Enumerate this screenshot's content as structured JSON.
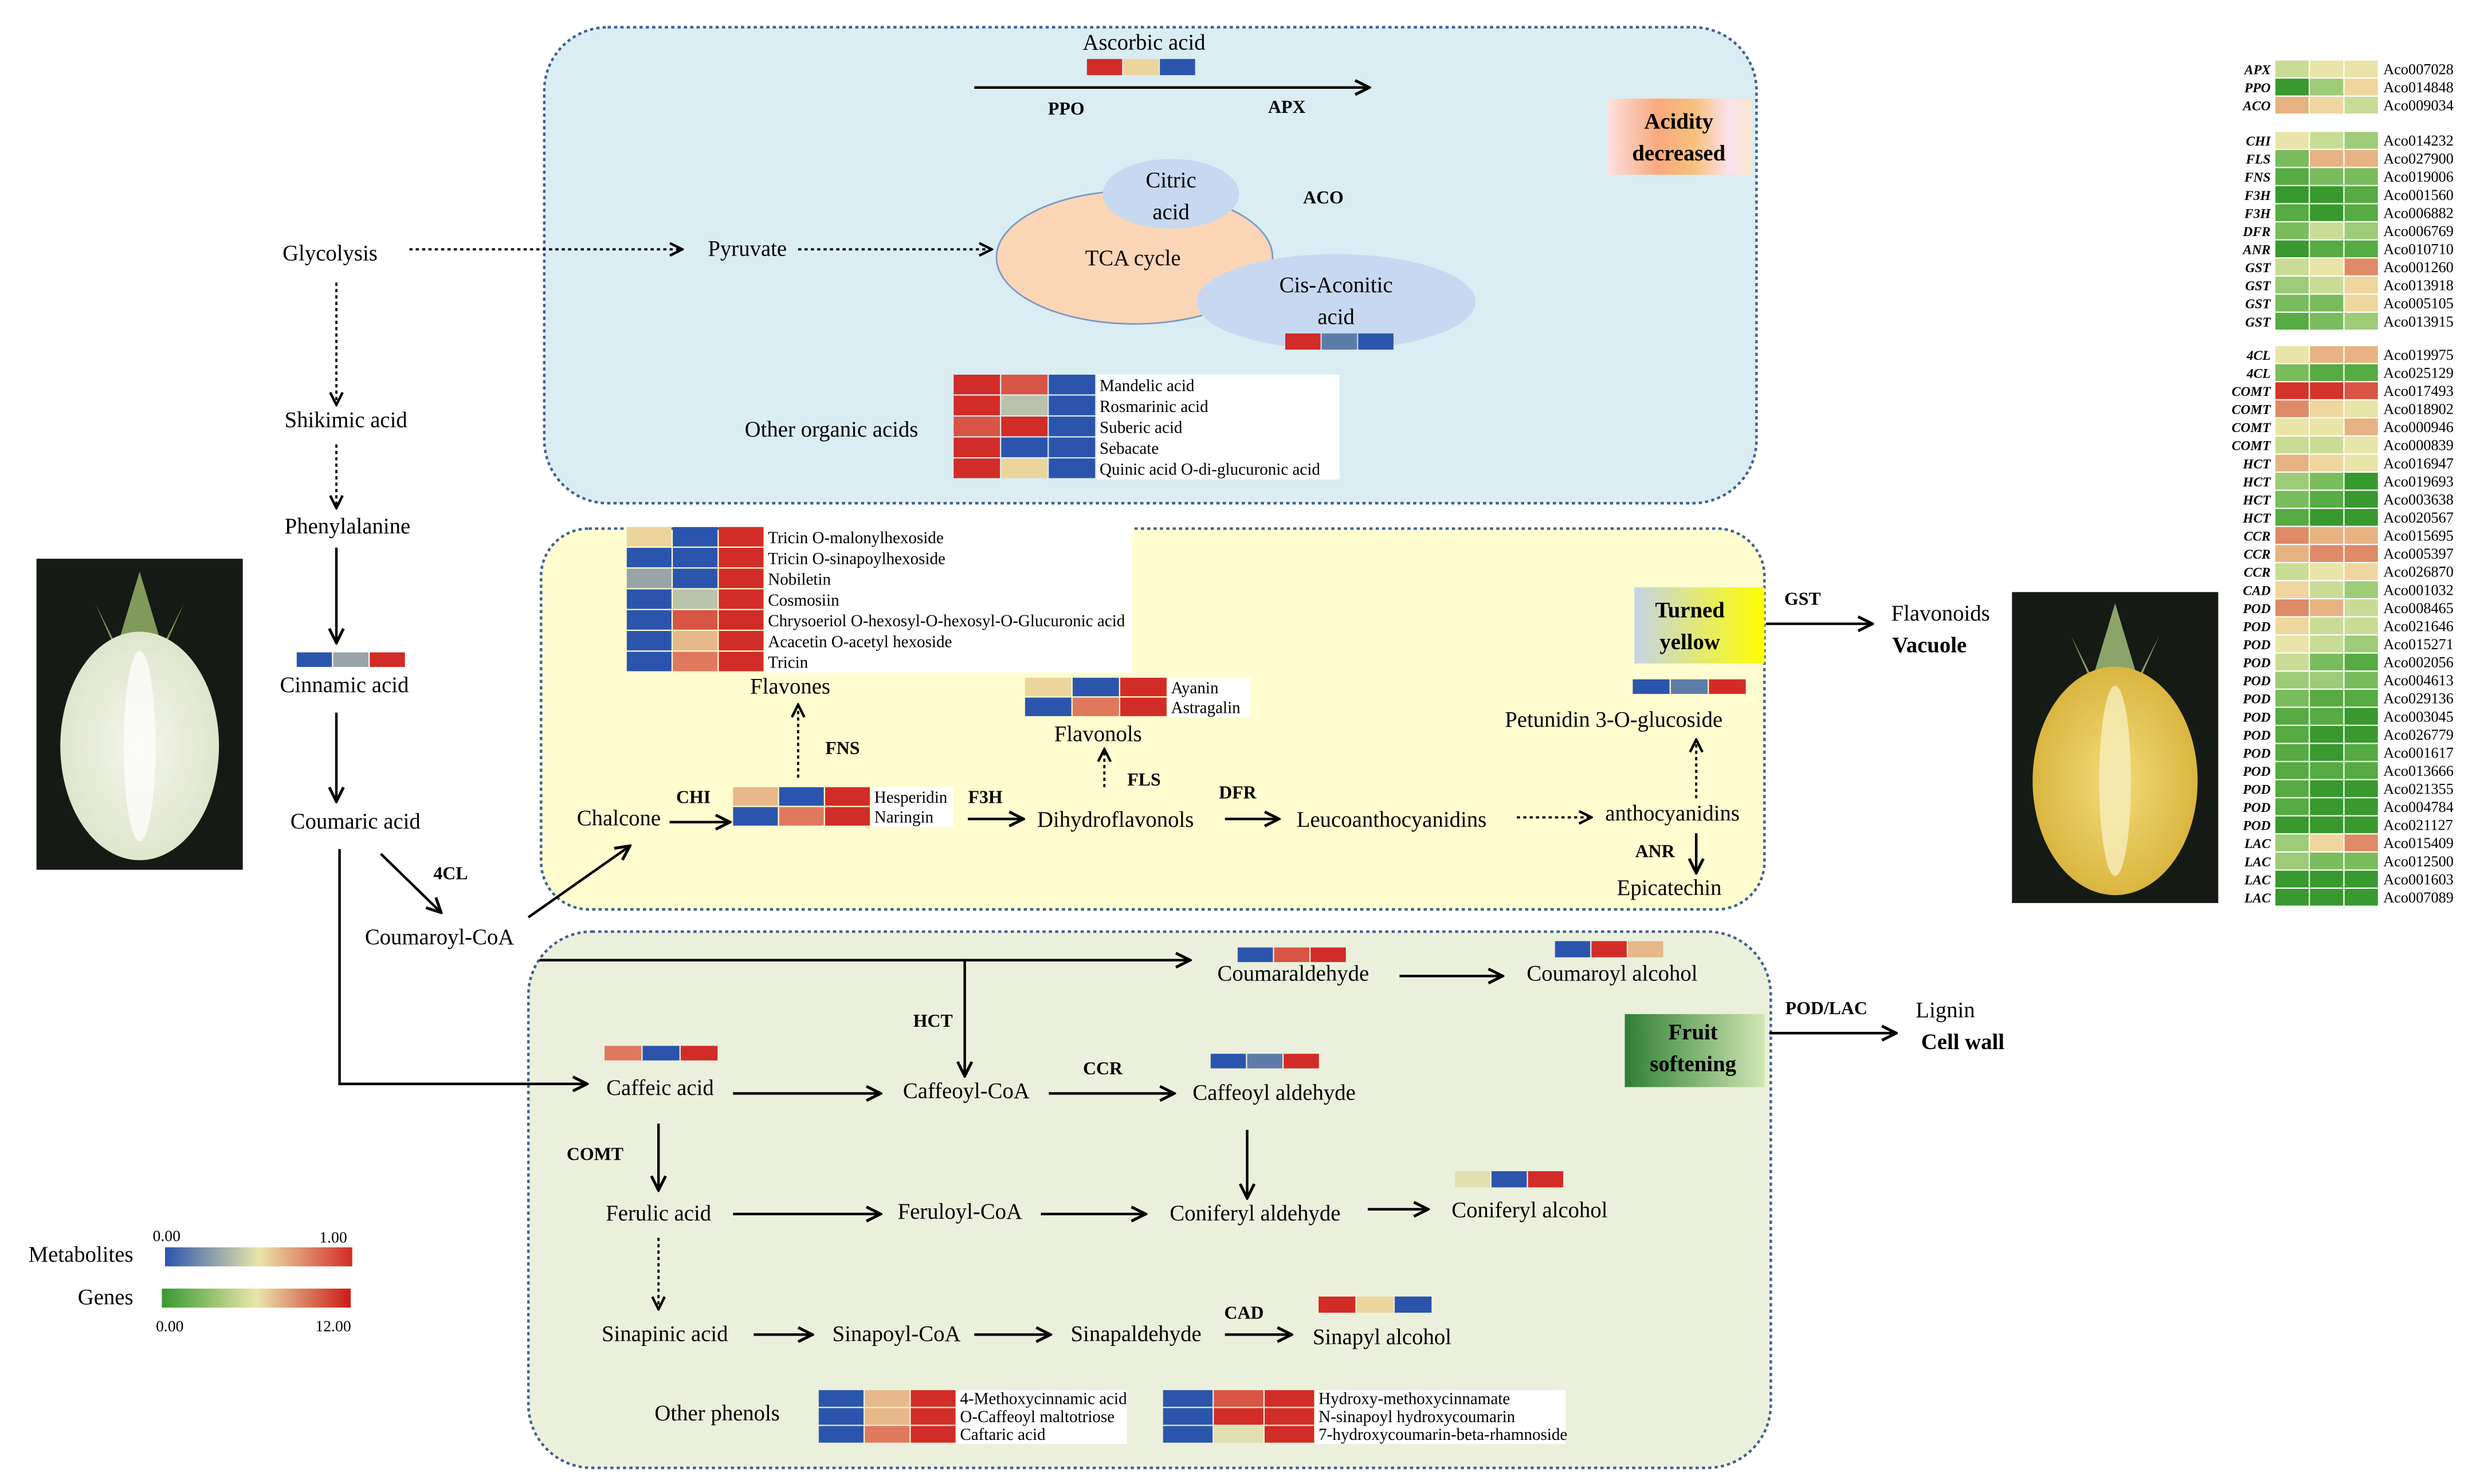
{
  "palette": {
    "B": "#2b55ad",
    "b2": "#5d7ca8",
    "GR": "#98a4a8",
    "SG": "#b9c2aa",
    "BE": "#ecd59c",
    "PE": "#e7b88a",
    "SA": "#e0785e",
    "RL": "#d85444",
    "R": "#d22c28",
    "CY": "#e0dfb0",
    "DG": "#38992e",
    "G": "#56ab42",
    "MG": "#79bc5c",
    "LG": "#9dcb77",
    "YG": "#c9dc95",
    "PY": "#e9e4a8",
    "GBE": "#eed69e",
    "OR": "#e6b282",
    "RO": "#df8a66",
    "GR2": "#d3332a"
  },
  "panels": {
    "acidity": [
      "Acidity",
      "decreased"
    ],
    "yellow": [
      "Turned",
      "yellow"
    ],
    "softening": [
      "Fruit",
      "softening"
    ]
  },
  "nodes": {
    "glycolysis": "Glycolysis",
    "pyruvate": "Pyruvate",
    "shikimic": "Shikimic  acid",
    "phenylalanine": "Phenylalanine",
    "cinnamic": "Cinnamic  acid",
    "coumaric": "Coumaric  acid",
    "coumaroyl_coa": "Coumaroyl-CoA",
    "ascorbic": "Ascorbic  acid",
    "citric_1": "Citric",
    "citric_2": "acid",
    "tca": "TCA cycle",
    "cis_1": "Cis-Aconitic",
    "cis_2": "acid",
    "other_organic": "Other  organic  acids",
    "flavones": "Flavones",
    "flavonols": "Flavonols",
    "chalcone": "Chalcone",
    "dihydroflavonols": "Dihydroflavonols",
    "leuco": "Leucoanthocyanidins",
    "anthocyanidins": "anthocyanidins",
    "epicatechin": "Epicatechin",
    "petunidin": "Petunidin  3-O-glucoside",
    "flavonoids": "Flavonoids",
    "vacuole": "Vacuole",
    "coumaraldehyde": "Coumaraldehyde",
    "coumaroyl_alcohol": "Coumaroyl  alcohol",
    "caffeic": "Caffeic  acid",
    "caffeoyl_coa": "Caffeoyl-CoA",
    "caffeoyl_aldehyde": "Caffeoyl  aldehyde",
    "ferulic": "Ferulic  acid",
    "feruloyl_coa": "Feruloyl-CoA",
    "coniferyl_aldehyde": "Coniferyl  aldehyde",
    "coniferyl_alcohol": "Coniferyl  alcohol",
    "sinapinic": "Sinapinic  acid",
    "sinapoyl_coa": "Sinapoyl-CoA",
    "sinapaldehyde": "Sinapaldehyde",
    "sinapyl_alcohol": "Sinapyl  alcohol",
    "other_phenols": "Other phenols",
    "lignin": "Lignin",
    "cell_wall": "Cell wall"
  },
  "enzymes": {
    "ppo": "PPO",
    "apx": "APX",
    "aco": "ACO",
    "chi": "CHI",
    "f3h": "F3H",
    "fns": "FNS",
    "fls": "FLS",
    "dfr": "DFR",
    "anr": "ANR",
    "gst": "GST",
    "cl4": "4CL",
    "hct": "HCT",
    "ccr": "CCR",
    "comt": "COMT",
    "cad": "CAD",
    "podlac": "POD/LAC"
  },
  "metabolite_heatmaps": {
    "ascorbic": {
      "rows": [
        {
          "name": "",
          "colors": [
            "R",
            "BE",
            "B"
          ]
        }
      ]
    },
    "cinnamic": {
      "rows": [
        {
          "name": "",
          "colors": [
            "B",
            "GR",
            "R"
          ]
        }
      ]
    },
    "cis_aconitic": {
      "rows": [
        {
          "name": "",
          "colors": [
            "R",
            "b2",
            "B"
          ]
        }
      ]
    },
    "organic_acids": {
      "rows": [
        {
          "name": "Mandelic acid",
          "colors": [
            "R",
            "RL",
            "B"
          ]
        },
        {
          "name": "Rosmarinic acid",
          "colors": [
            "R",
            "SG",
            "B"
          ]
        },
        {
          "name": "Suberic acid",
          "colors": [
            "RL",
            "R",
            "B"
          ]
        },
        {
          "name": "Sebacate",
          "colors": [
            "R",
            "B",
            "B"
          ]
        },
        {
          "name": "Quinic acid O-di-glucuronic acid",
          "colors": [
            "R",
            "BE",
            "B"
          ]
        }
      ]
    },
    "flavones": {
      "rows": [
        {
          "name": "Tricin O-malonylhexoside",
          "colors": [
            "BE",
            "B",
            "R"
          ]
        },
        {
          "name": "Tricin O-sinapoylhexoside",
          "colors": [
            "B",
            "B",
            "R"
          ]
        },
        {
          "name": "Nobiletin",
          "colors": [
            "GR",
            "B",
            "R"
          ]
        },
        {
          "name": "Cosmosiin",
          "colors": [
            "B",
            "SG",
            "R"
          ]
        },
        {
          "name": "Chrysoeriol O-hexosyl-O-hexosyl-O-Glucuronic acid",
          "colors": [
            "B",
            "RL",
            "R"
          ]
        },
        {
          "name": "Acacetin O-acetyl hexoside",
          "colors": [
            "B",
            "PE",
            "R"
          ]
        },
        {
          "name": "Tricin",
          "colors": [
            "B",
            "SA",
            "R"
          ]
        }
      ]
    },
    "flavonols": {
      "rows": [
        {
          "name": "Ayanin",
          "colors": [
            "BE",
            "B",
            "R"
          ]
        },
        {
          "name": "Astragalin",
          "colors": [
            "B",
            "SA",
            "R"
          ]
        }
      ]
    },
    "chalcone_products": {
      "rows": [
        {
          "name": "Hesperidin",
          "colors": [
            "PE",
            "B",
            "R"
          ]
        },
        {
          "name": "Naringin",
          "colors": [
            "B",
            "SA",
            "R"
          ]
        }
      ]
    },
    "petunidin": {
      "rows": [
        {
          "name": "",
          "colors": [
            "B",
            "b2",
            "R"
          ]
        }
      ]
    },
    "coumaraldehyde": {
      "rows": [
        {
          "name": "",
          "colors": [
            "B",
            "RL",
            "R"
          ]
        }
      ]
    },
    "coumaroyl_alcohol": {
      "rows": [
        {
          "name": "",
          "colors": [
            "B",
            "R",
            "PE"
          ]
        }
      ]
    },
    "caffeic": {
      "rows": [
        {
          "name": "",
          "colors": [
            "SA",
            "B",
            "R"
          ]
        }
      ]
    },
    "caffeoyl_aldehyde": {
      "rows": [
        {
          "name": "",
          "colors": [
            "B",
            "b2",
            "R"
          ]
        }
      ]
    },
    "coniferyl_alcohol": {
      "rows": [
        {
          "name": "",
          "colors": [
            "CY",
            "B",
            "R"
          ]
        }
      ]
    },
    "sinapyl_alcohol": {
      "rows": [
        {
          "name": "",
          "colors": [
            "R",
            "BE",
            "B"
          ]
        }
      ]
    },
    "phenols_left": {
      "rows": [
        {
          "name": "4-Methoxycinnamic acid",
          "colors": [
            "B",
            "PE",
            "R"
          ]
        },
        {
          "name": "O-Caffeoyl maltotriose",
          "colors": [
            "B",
            "PE",
            "R"
          ]
        },
        {
          "name": "Caftaric acid",
          "colors": [
            "B",
            "SA",
            "R"
          ]
        }
      ]
    },
    "phenols_right": {
      "rows": [
        {
          "name": "Hydroxy-methoxycinnamate",
          "colors": [
            "B",
            "RL",
            "R"
          ]
        },
        {
          "name": "N-sinapoyl hydroxycoumarin",
          "colors": [
            "B",
            "R",
            "R"
          ]
        },
        {
          "name": "7-hydroxycoumarin-beta-rhamnoside",
          "colors": [
            "B",
            "CY",
            "R"
          ]
        }
      ]
    }
  },
  "gene_heatmap": {
    "groups": [
      [
        {
          "gene": "APX",
          "id": "Aco007028",
          "colors": [
            "YG",
            "PY",
            "PY"
          ]
        },
        {
          "gene": "PPO",
          "id": "Aco014848",
          "colors": [
            "DG",
            "LG",
            "GBE"
          ]
        },
        {
          "gene": "ACO",
          "id": "Aco009034",
          "colors": [
            "OR",
            "GBE",
            "YG"
          ]
        }
      ],
      [
        {
          "gene": "CHI",
          "id": "Aco014232",
          "colors": [
            "PY",
            "YG",
            "LG"
          ]
        },
        {
          "gene": "FLS",
          "id": "Aco027900",
          "colors": [
            "MG",
            "OR",
            "OR"
          ]
        },
        {
          "gene": "FNS",
          "id": "Aco019006",
          "colors": [
            "G",
            "MG",
            "MG"
          ]
        },
        {
          "gene": "F3H",
          "id": "Aco001560",
          "colors": [
            "DG",
            "DG",
            "G"
          ]
        },
        {
          "gene": "F3H",
          "id": "Aco006882",
          "colors": [
            "G",
            "DG",
            "G"
          ]
        },
        {
          "gene": "DFR",
          "id": "Aco006769",
          "colors": [
            "MG",
            "YG",
            "LG"
          ]
        },
        {
          "gene": "ANR",
          "id": "Aco010710",
          "colors": [
            "DG",
            "G",
            "G"
          ]
        },
        {
          "gene": "GST",
          "id": "Aco001260",
          "colors": [
            "YG",
            "PY",
            "RO"
          ]
        },
        {
          "gene": "GST",
          "id": "Aco013918",
          "colors": [
            "LG",
            "YG",
            "GBE"
          ]
        },
        {
          "gene": "GST",
          "id": "Aco005105",
          "colors": [
            "MG",
            "MG",
            "GBE"
          ]
        },
        {
          "gene": "GST",
          "id": "Aco013915",
          "colors": [
            "G",
            "MG",
            "LG"
          ]
        }
      ],
      [
        {
          "gene": "4CL",
          "id": "Aco019975",
          "colors": [
            "PY",
            "OR",
            "OR"
          ]
        },
        {
          "gene": "4CL",
          "id": "Aco025129",
          "colors": [
            "MG",
            "G",
            "G"
          ]
        },
        {
          "gene": "COMT",
          "id": "Aco017493",
          "colors": [
            "GR2",
            "GR2",
            "RL"
          ]
        },
        {
          "gene": "COMT",
          "id": "Aco018902",
          "colors": [
            "RO",
            "GBE",
            "PY"
          ]
        },
        {
          "gene": "COMT",
          "id": "Aco000946",
          "colors": [
            "PY",
            "PY",
            "OR"
          ]
        },
        {
          "gene": "COMT",
          "id": "Aco000839",
          "colors": [
            "YG",
            "YG",
            "PY"
          ]
        },
        {
          "gene": "HCT",
          "id": "Aco016947",
          "colors": [
            "OR",
            "GBE",
            "PY"
          ]
        },
        {
          "gene": "HCT",
          "id": "Aco019693",
          "colors": [
            "LG",
            "MG",
            "DG"
          ]
        },
        {
          "gene": "HCT",
          "id": "Aco003638",
          "colors": [
            "MG",
            "G",
            "DG"
          ]
        },
        {
          "gene": "HCT",
          "id": "Aco020567",
          "colors": [
            "G",
            "DG",
            "DG"
          ]
        },
        {
          "gene": "CCR",
          "id": "Aco015695",
          "colors": [
            "RO",
            "OR",
            "OR"
          ]
        },
        {
          "gene": "CCR",
          "id": "Aco005397",
          "colors": [
            "OR",
            "RO",
            "RO"
          ]
        },
        {
          "gene": "CCR",
          "id": "Aco026870",
          "colors": [
            "YG",
            "PY",
            "GBE"
          ]
        },
        {
          "gene": "CAD",
          "id": "Aco001032",
          "colors": [
            "GBE",
            "YG",
            "LG"
          ]
        },
        {
          "gene": "POD",
          "id": "Aco008465",
          "colors": [
            "RO",
            "OR",
            "YG"
          ]
        },
        {
          "gene": "POD",
          "id": "Aco021646",
          "colors": [
            "GBE",
            "YG",
            "YG"
          ]
        },
        {
          "gene": "POD",
          "id": "Aco015271",
          "colors": [
            "PY",
            "YG",
            "LG"
          ]
        },
        {
          "gene": "POD",
          "id": "Aco002056",
          "colors": [
            "YG",
            "MG",
            "G"
          ]
        },
        {
          "gene": "POD",
          "id": "Aco004613",
          "colors": [
            "LG",
            "LG",
            "MG"
          ]
        },
        {
          "gene": "POD",
          "id": "Aco029136",
          "colors": [
            "MG",
            "G",
            "G"
          ]
        },
        {
          "gene": "POD",
          "id": "Aco003045",
          "colors": [
            "G",
            "G",
            "DG"
          ]
        },
        {
          "gene": "POD",
          "id": "Aco026779",
          "colors": [
            "G",
            "DG",
            "DG"
          ]
        },
        {
          "gene": "POD",
          "id": "Aco001617",
          "colors": [
            "G",
            "DG",
            "G"
          ]
        },
        {
          "gene": "POD",
          "id": "Aco013666",
          "colors": [
            "G",
            "G",
            "G"
          ]
        },
        {
          "gene": "POD",
          "id": "Aco021355",
          "colors": [
            "G",
            "DG",
            "DG"
          ]
        },
        {
          "gene": "POD",
          "id": "Aco004784",
          "colors": [
            "G",
            "DG",
            "DG"
          ]
        },
        {
          "gene": "POD",
          "id": "Aco021127",
          "colors": [
            "DG",
            "DG",
            "DG"
          ]
        },
        {
          "gene": "LAC",
          "id": "Aco015409",
          "colors": [
            "LG",
            "GBE",
            "RO"
          ]
        },
        {
          "gene": "LAC",
          "id": "Aco012500",
          "colors": [
            "LG",
            "MG",
            "MG"
          ]
        },
        {
          "gene": "LAC",
          "id": "Aco001603",
          "colors": [
            "DG",
            "DG",
            "DG"
          ]
        },
        {
          "gene": "LAC",
          "id": "Aco007089",
          "colors": [
            "DG",
            "DG",
            "DG"
          ]
        }
      ]
    ]
  },
  "legend": {
    "metabolites": {
      "label": "Metabolites",
      "min": "0.00",
      "max": "1.00",
      "colors": [
        "#2b55ad",
        "#e9e6aa",
        "#d22c28"
      ]
    },
    "genes": {
      "label": "Genes",
      "min": "0.00",
      "max": "12.00",
      "colors": [
        "#38992e",
        "#e9e6aa",
        "#cc1a18"
      ]
    }
  }
}
